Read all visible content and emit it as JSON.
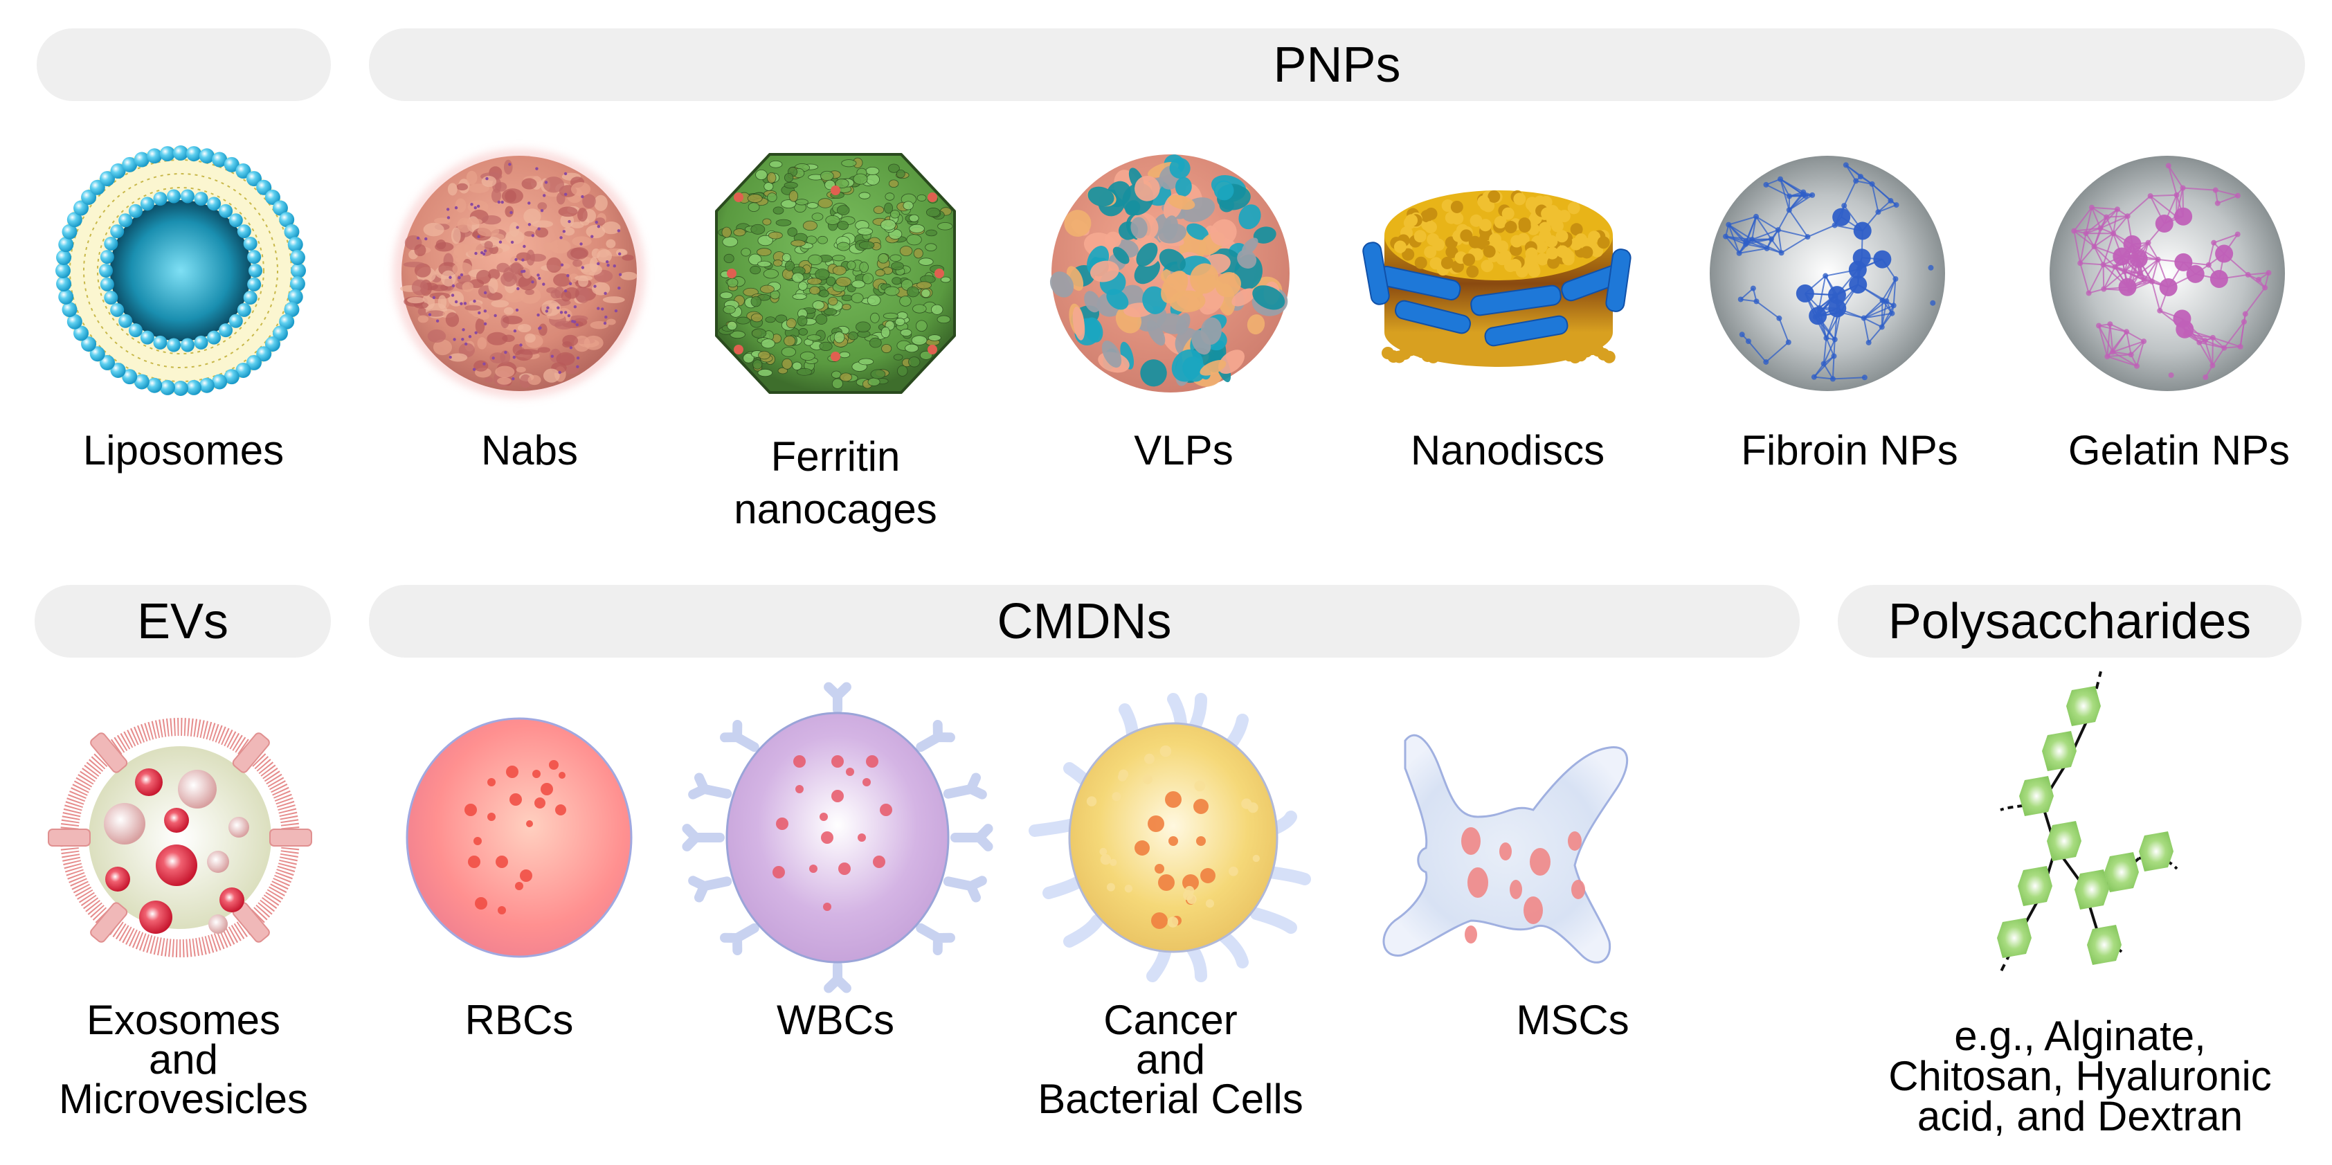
{
  "categories": {
    "lipid": {
      "title": ""
    },
    "pnps": {
      "title": "PNPs"
    },
    "evs": {
      "title": "EVs"
    },
    "cmdns": {
      "title": "CMDNs"
    },
    "polysaccharides": {
      "title": "Polysaccharides"
    }
  },
  "row1": [
    {
      "id": "liposomes",
      "lines": [
        "Liposomes"
      ],
      "icon": "liposome-icon",
      "color": "#29b6e0"
    },
    {
      "id": "nabs",
      "lines": [
        "Nabs"
      ],
      "icon": "nab-particle-icon",
      "color": "#e0907a"
    },
    {
      "id": "ferritin",
      "lines": [
        "Ferritin",
        "nanocages"
      ],
      "icon": "ferritin-nanocage-icon",
      "color": "#5fa84a"
    },
    {
      "id": "vlps",
      "lines": [
        "VLPs"
      ],
      "icon": "vlp-icon",
      "color": "#1aa6c0"
    },
    {
      "id": "nanodiscs",
      "lines": [
        "Nanodiscs"
      ],
      "icon": "nanodisc-icon",
      "color": "#e0b020"
    },
    {
      "id": "fibroin",
      "lines": [
        "Fibroin NPs"
      ],
      "icon": "fibroin-np-icon",
      "color": "#2f5fc8"
    },
    {
      "id": "gelatin",
      "lines": [
        "Gelatin NPs"
      ],
      "icon": "gelatin-np-icon",
      "color": "#c060b8"
    }
  ],
  "row2": [
    {
      "id": "exosomes",
      "lines": [
        "Exosomes",
        "and",
        "Microvesicles"
      ],
      "icon": "exosome-icon",
      "color": "#3aa070"
    },
    {
      "id": "rbcs",
      "lines": [
        "RBCs"
      ],
      "icon": "red-blood-cell-icon",
      "color": "#ff8a8a"
    },
    {
      "id": "wbcs",
      "lines": [
        "WBCs"
      ],
      "icon": "white-blood-cell-icon",
      "color": "#c8a8e0"
    },
    {
      "id": "cancer",
      "lines": [
        "Cancer",
        "and",
        "Bacterial Cells"
      ],
      "icon": "cancer-cell-icon",
      "color": "#f5d070"
    },
    {
      "id": "mscs",
      "lines": [
        "MSCs"
      ],
      "icon": "mesenchymal-stem-cell-icon",
      "color": "#dde5f5"
    },
    {
      "id": "polysaccharide",
      "lines": [
        "e.g., Alginate,",
        "Chitosan, Hyaluronic",
        "acid, and Dextran"
      ],
      "icon": "polysaccharide-chain-icon",
      "color": "#9ad070"
    }
  ]
}
